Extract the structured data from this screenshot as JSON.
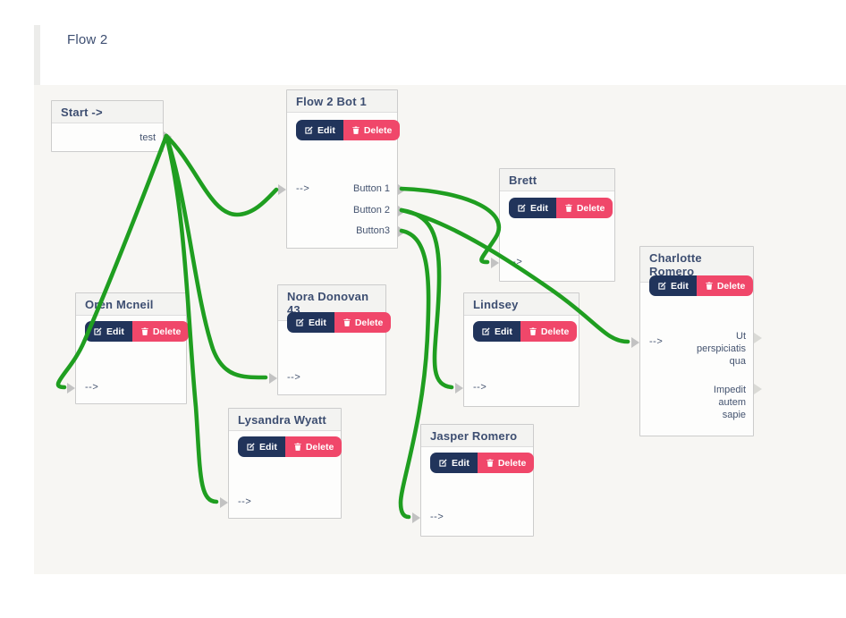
{
  "header": {
    "title": "Flow 2"
  },
  "labels": {
    "edit": "Edit",
    "delete": "Delete",
    "arrow": "-->"
  },
  "colors": {
    "edge_green": "#1f9e20",
    "edit_button": "#21345b",
    "delete_button": "#f0476a",
    "title_text": "#3d4e71",
    "canvas_background": "#f7f6f3",
    "port_gray": "#c2c2c2"
  },
  "nodes": {
    "start": {
      "title": "Start ->",
      "output_label": "test"
    },
    "bot1": {
      "title": "Flow 2 Bot 1",
      "outputs": [
        "Button 1",
        "Button 2",
        "Button3"
      ]
    },
    "brett": {
      "title": "Brett"
    },
    "charlotte": {
      "title": "Charlotte Romero",
      "outputs": [
        "Ut perspiciatis qua",
        "Impedit autem sapie"
      ]
    },
    "oren": {
      "title": "Oren Mcneil"
    },
    "nora": {
      "title": "Nora Donovan 43"
    },
    "lindsey": {
      "title": "Lindsey"
    },
    "lysandra": {
      "title": "Lysandra Wyatt"
    },
    "jasper": {
      "title": "Jasper Romero"
    }
  },
  "connections": [
    {
      "from": "start.test",
      "to": "Flow 2 Bot 1.input"
    },
    {
      "from": "start.test",
      "to": "Oren Mcneil.input"
    },
    {
      "from": "start.test",
      "to": "Nora Donovan 43.input"
    },
    {
      "from": "start.test",
      "to": "Lysandra Wyatt.input"
    },
    {
      "from": "Flow 2 Bot 1.Button 1",
      "to": "Brett.input"
    },
    {
      "from": "Flow 2 Bot 1.Button 2",
      "to": "Charlotte Romero.input"
    },
    {
      "from": "Flow 2 Bot 1.Button 2",
      "to": "Lindsey.input"
    },
    {
      "from": "Flow 2 Bot 1.Button3",
      "to": "Jasper Romero.input"
    }
  ]
}
